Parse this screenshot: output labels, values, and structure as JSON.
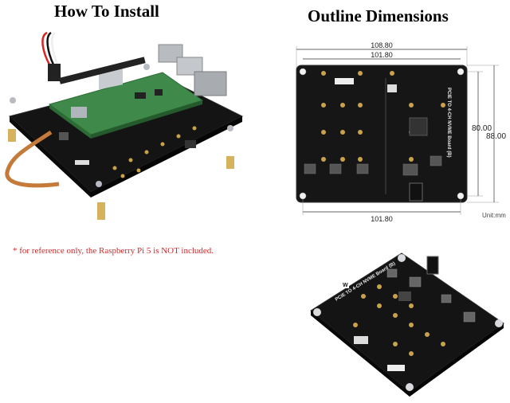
{
  "install": {
    "title": "How To Install",
    "note": "* for reference only, the Raspberry Pi 5 is NOT included."
  },
  "outline": {
    "title": "Outline Dimensions",
    "board_label": "PCIE TO 4-CH NVME Board (B)",
    "width_overall": "108.80",
    "width_holes_top": "101.80",
    "width_holes_bottom": "101.80",
    "height_holes": "80.00",
    "height_overall": "88.00",
    "unit": "Unit:mm"
  },
  "photo": {
    "board_label": "PCIE TO 4-CH NVME Board (B)"
  },
  "colors": {
    "pcb": "#161616",
    "gold": "#c9a24a",
    "pi_green": "#3f8a4a",
    "note_red": "#d12a2a"
  },
  "icons": [
    "waveshare-logo-icon",
    "ribbon-cable-icon",
    "fan-connector-icon"
  ]
}
